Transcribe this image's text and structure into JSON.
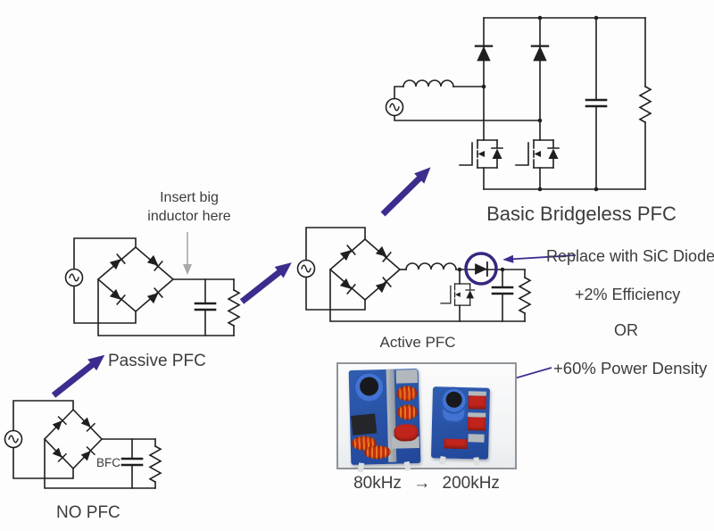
{
  "title": "PFC topology evolution diagram",
  "colors": {
    "wire": "#1f1f1f",
    "text": "#3c3c3c",
    "arrow_purple": "#3b2d8e",
    "circle_purple": "#38257f",
    "gray_arrow": "#a9a9a9"
  },
  "stages": {
    "no_pfc": {
      "label": "NO PFC",
      "cap_label": "BFC"
    },
    "passive_pfc": {
      "label": "Passive PFC",
      "annotation_line1": "Insert big",
      "annotation_line2": "inductor here"
    },
    "active_pfc": {
      "label": "Active PFC"
    },
    "bridgeless_pfc": {
      "label": "Basic Bridgeless PFC"
    }
  },
  "callouts": {
    "sic_diode": "Replace with SiC Diode",
    "efficiency": "+2% Efficiency",
    "or_text": "OR",
    "power_density": "+60% Power Density"
  },
  "photo_caption": {
    "before": "80kHz",
    "arrow": "→",
    "after": "200kHz"
  }
}
